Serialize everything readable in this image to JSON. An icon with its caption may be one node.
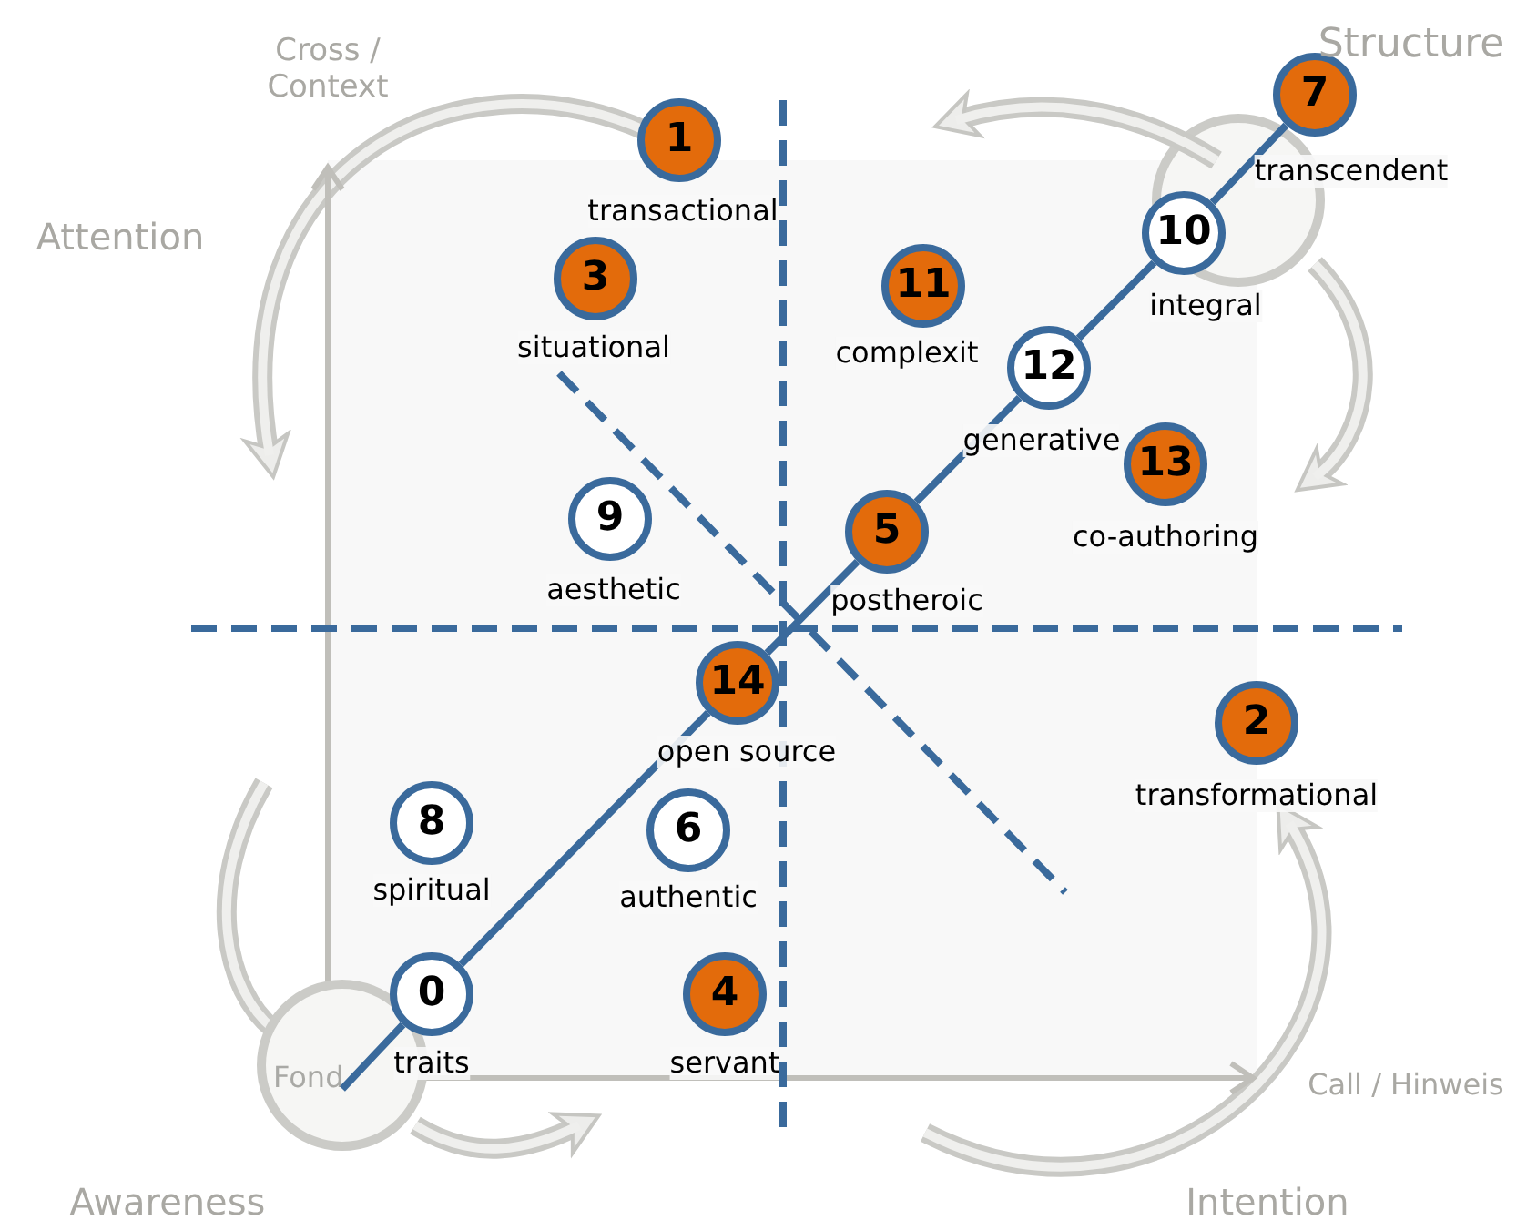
{
  "diagram": {
    "nodes": [
      {
        "text": [
          "7",
          "transcendent"
        ]
      },
      {
        "text": [
          "1",
          "transactional"
        ]
      },
      {
        "text": [
          "10",
          "integral"
        ]
      },
      {
        "text": [
          "3",
          "situational"
        ]
      },
      {
        "text": [
          "11",
          "complexit"
        ]
      },
      {
        "text": [
          "12",
          "generative"
        ]
      },
      {
        "text": [
          "13",
          "co-authoring"
        ]
      },
      {
        "text": [
          "9",
          "aesthetic"
        ]
      },
      {
        "text": [
          "5",
          "postheroic"
        ]
      },
      {
        "text": [
          "14",
          "open source"
        ]
      },
      {
        "text": [
          "2",
          "transformational"
        ]
      },
      {
        "text": [
          "8",
          "spiritual"
        ]
      },
      {
        "text": [
          "6",
          "authentic"
        ]
      },
      {
        "text": [
          "0",
          "traits"
        ]
      },
      {
        "text": [
          "4",
          "servant"
        ]
      },
      {
        "text": [
          "Fond"
        ]
      }
    ],
    "edges": [
      {
        "from": 15,
        "to": 13,
        "arrow": "none"
      },
      {
        "from": 13,
        "to": 9,
        "arrow": "none"
      },
      {
        "from": 9,
        "to": 8,
        "arrow": "none"
      },
      {
        "from": 8,
        "to": 5,
        "arrow": "none"
      },
      {
        "from": 5,
        "to": 2,
        "arrow": "none"
      },
      {
        "from": 2,
        "to": 0,
        "arrow": "none"
      }
    ],
    "labels": [
      "Cross / Context",
      "Structure",
      "Attention",
      "Call / Hinweis",
      "Awareness",
      "Intention"
    ]
  }
}
